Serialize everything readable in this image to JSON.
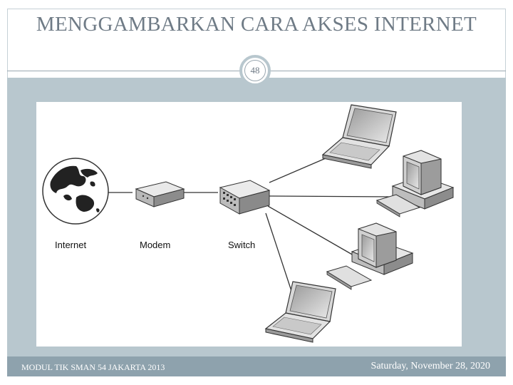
{
  "slide": {
    "title": "MENGGAMBARKAN CARA AKSES INTERNET",
    "slide_number": "48",
    "footer_left": "MODUL TIK SMAN 54 JAKARTA 2013",
    "footer_right": "Saturday, November 28, 2020"
  },
  "diagram": {
    "labels": {
      "internet": "Internet",
      "modem": "Modem",
      "switch": "Switch"
    },
    "colors": {
      "panel": "#b8c7ce",
      "footer": "#8ea2ad",
      "title_text": "#6f7b86"
    },
    "nodes": [
      "globe-icon",
      "modem-icon",
      "switch-icon",
      "laptop-icon",
      "desktop-computer-icon",
      "desktop-computer-icon",
      "laptop-icon"
    ]
  }
}
